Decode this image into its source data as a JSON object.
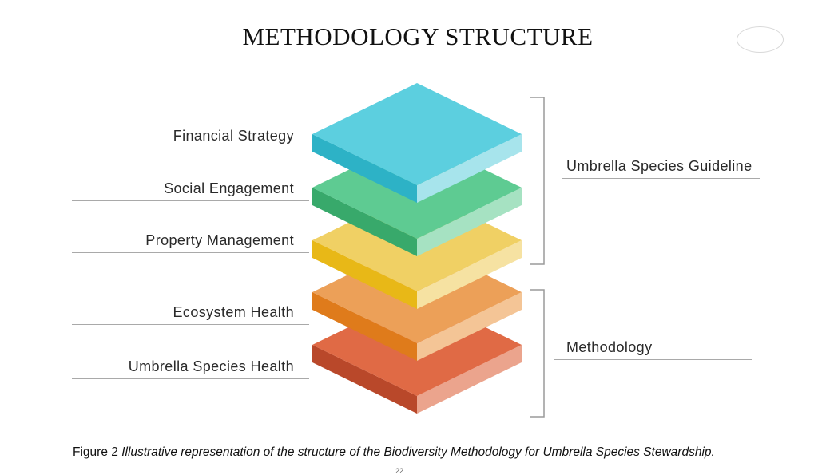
{
  "title": "METHODOLOGY STRUCTURE",
  "layers": [
    {
      "label": "Financial Strategy",
      "top": "#5ccfdf",
      "left": "#2db2c6",
      "right": "#a7e4ec"
    },
    {
      "label": "Social Engagement",
      "top": "#5ecb92",
      "left": "#38a96b",
      "right": "#a6e2c2"
    },
    {
      "label": "Property Management",
      "top": "#f0d064",
      "left": "#e8b817",
      "right": "#f6e2a2"
    },
    {
      "label": "Ecosystem Health",
      "top": "#eca058",
      "left": "#df7b1b",
      "right": "#f4c596"
    },
    {
      "label": "Umbrella Species Health",
      "top": "#e06a45",
      "left": "#b9482a",
      "right": "#eba48d"
    }
  ],
  "groups": [
    {
      "label": "Umbrella Species Guideline"
    },
    {
      "label": "Methodology"
    }
  ],
  "caption": {
    "figure": "Figure 2",
    "text": "Illustrative representation of the structure of the Biodiversity Methodology for Umbrella Species Stewardship."
  },
  "page_number": "22"
}
